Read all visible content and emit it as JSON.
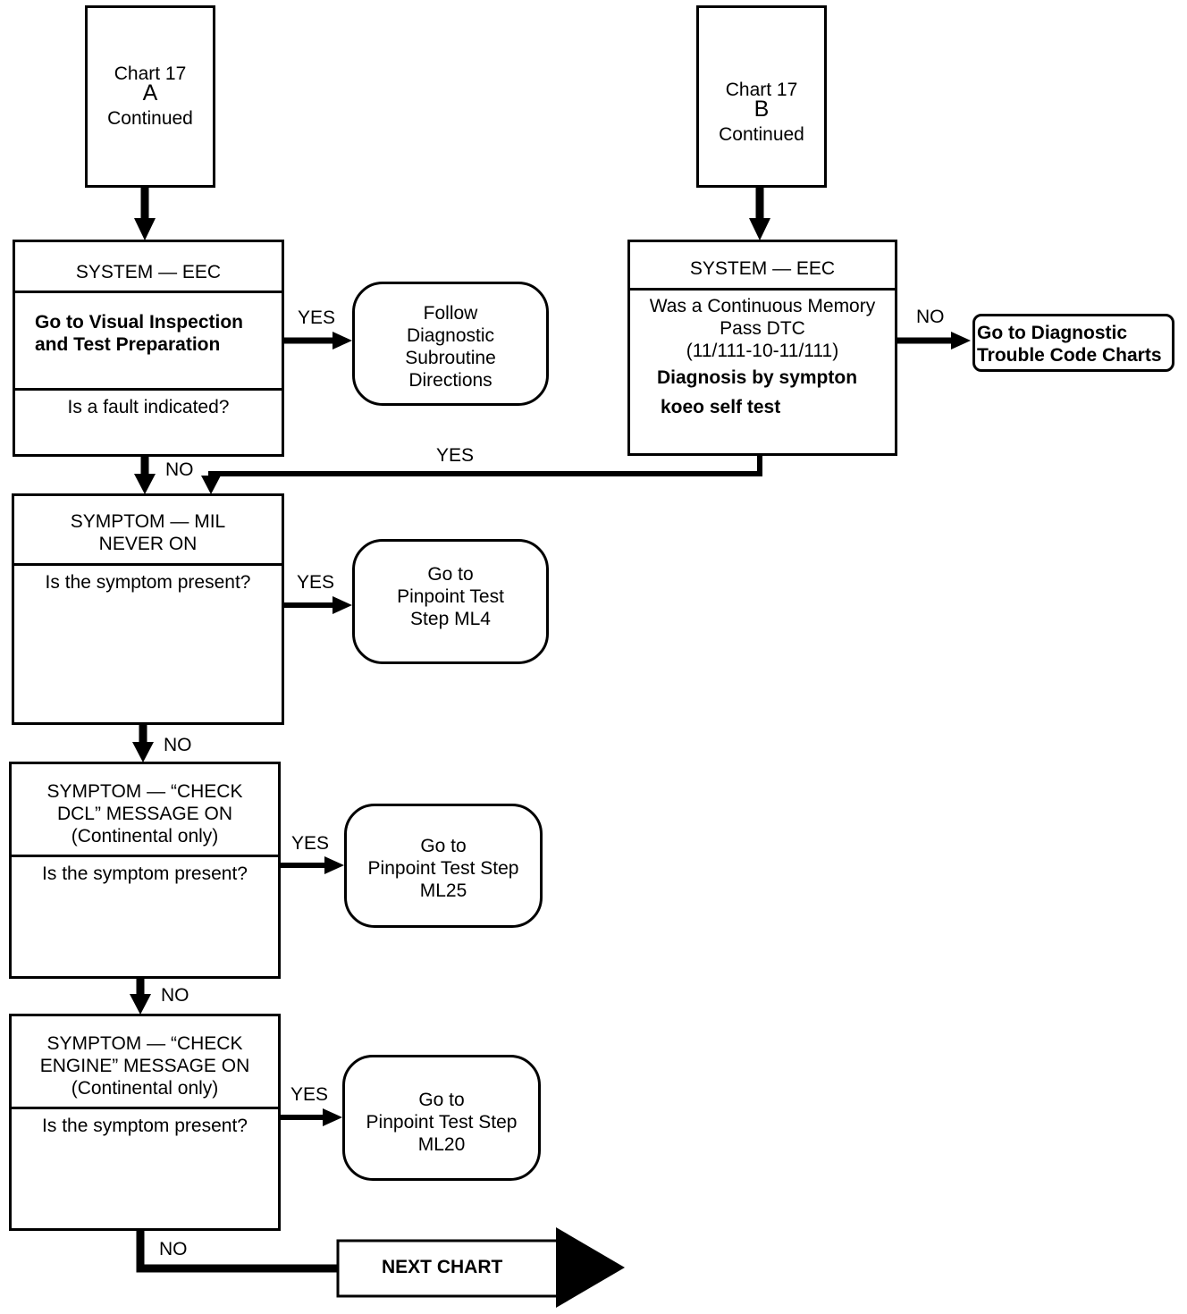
{
  "chart_a": {
    "line1": "Chart 17",
    "line2": "A",
    "line3": "Continued"
  },
  "chart_b": {
    "line1": "Chart 17",
    "line2": "B",
    "line3": "Continued"
  },
  "box_eec_a": {
    "title": "SYSTEM — EEC",
    "body": "Go to Visual Inspection\nand Test Preparation",
    "question": "Is a fault indicated?"
  },
  "box_eec_b": {
    "title": "SYSTEM — EEC",
    "body": "Was a Continuous Memory\nPass DTC\n(11/111-10-11/111)",
    "note1": "Diagnosis by sympton",
    "note2": "koeo self test"
  },
  "box_mil": {
    "title": "SYMPTOM — MIL\nNEVER ON",
    "question": "Is the symptom present?"
  },
  "box_dcl": {
    "title": "SYMPTOM — “CHECK\nDCL” MESSAGE ON\n(Continental only)",
    "question": "Is the symptom present?"
  },
  "box_engine": {
    "title": "SYMPTOM — “CHECK\nENGINE” MESSAGE ON\n(Continental only)",
    "question": "Is the symptom present?"
  },
  "outcome_follow": "Follow\nDiagnostic\nSubroutine\nDirections",
  "outcome_dtc": "Go to Diagnostic\nTrouble Code Charts",
  "outcome_ml4": "Go to\nPinpoint Test\nStep ML4",
  "outcome_ml25": "Go to\nPinpoint Test Step\nML25",
  "outcome_ml20": "Go to\nPinpoint Test Step\nML20",
  "labels": {
    "yes": "YES",
    "no": "NO"
  },
  "next_chart": "NEXT CHART"
}
